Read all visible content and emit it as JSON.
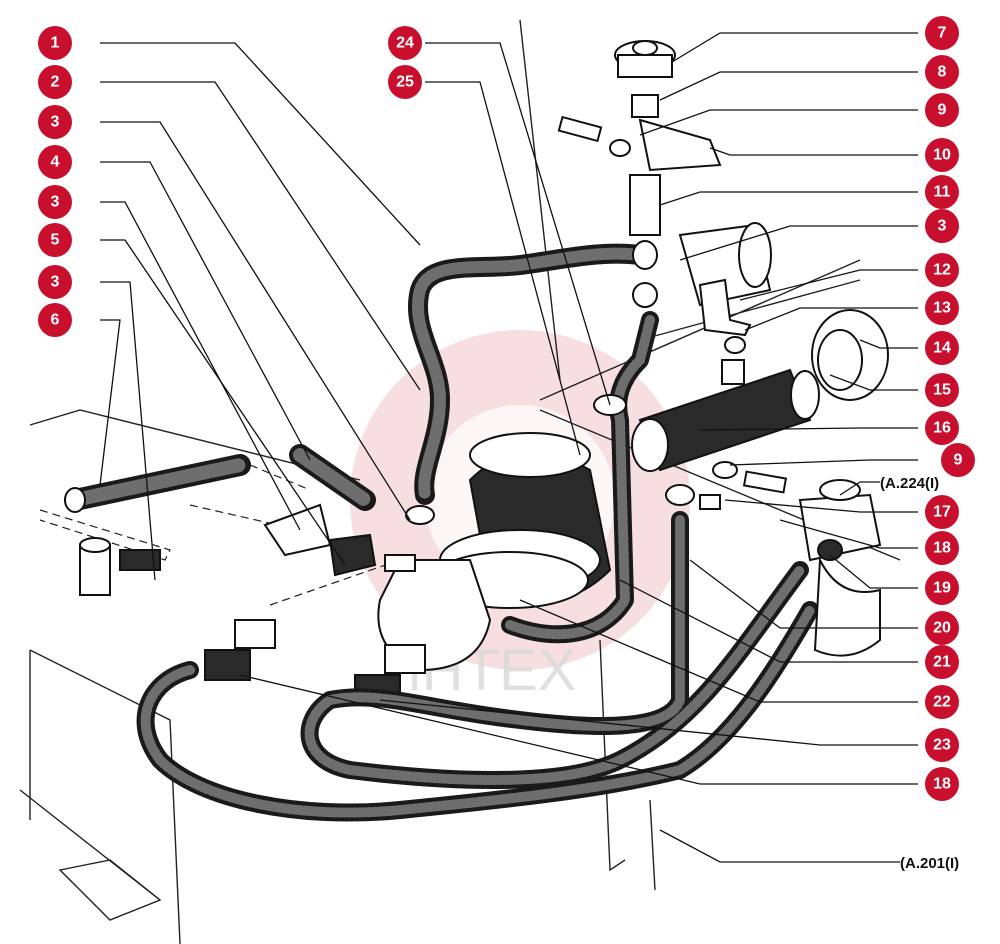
{
  "diagram": {
    "badge_color": "#c8102e",
    "left_callouts": [
      {
        "label": "1"
      },
      {
        "label": "2"
      },
      {
        "label": "3"
      },
      {
        "label": "4"
      },
      {
        "label": "3"
      },
      {
        "label": "5"
      },
      {
        "label": "3"
      },
      {
        "label": "6"
      }
    ],
    "top_callouts": [
      {
        "label": "24"
      },
      {
        "label": "25"
      }
    ],
    "right_callouts": [
      {
        "label": "7"
      },
      {
        "label": "8"
      },
      {
        "label": "9"
      },
      {
        "label": "10"
      },
      {
        "label": "11"
      },
      {
        "label": "3"
      },
      {
        "label": "12"
      },
      {
        "label": "13"
      },
      {
        "label": "14"
      },
      {
        "label": "15"
      },
      {
        "label": "16"
      },
      {
        "label": "9"
      },
      {
        "label": "17"
      },
      {
        "label": "18"
      },
      {
        "label": "19"
      },
      {
        "label": "20"
      },
      {
        "label": "21"
      },
      {
        "label": "22"
      },
      {
        "label": "23"
      },
      {
        "label": "18"
      }
    ],
    "references": {
      "upper": "(A.224(I)",
      "lower": "(A.201(I)"
    },
    "watermark_text": "ИНТЕХ"
  }
}
